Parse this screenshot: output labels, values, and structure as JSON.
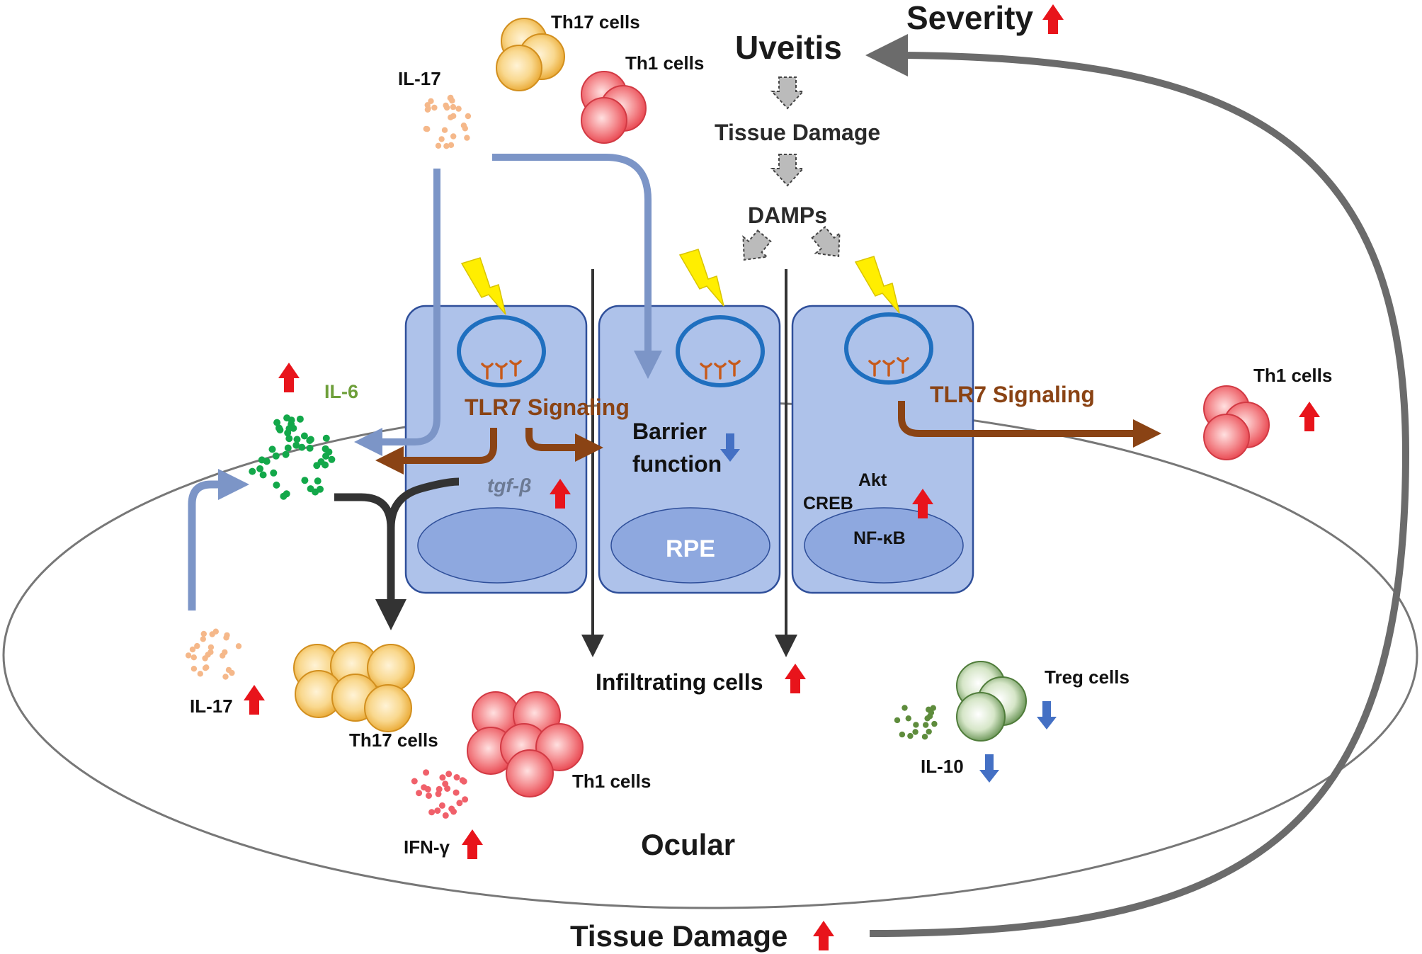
{
  "labels": {
    "severity": "Severity",
    "uveitis": "Uveitis",
    "tissue_damage_top": "Tissue Damage",
    "damps": "DAMPs",
    "th17_cells_top": "Th17 cells",
    "th1_cells_top": "Th1 cells",
    "il17_top": "IL-17",
    "il6": "IL-6",
    "tlr7_signaling_left": "TLR7 Signaling",
    "tlr7_signaling_right": "TLR7 Signaling",
    "barrier_function": [
      "Barrier",
      "function"
    ],
    "tgf_beta": "tgf-β",
    "rpe": "RPE",
    "akt": "Akt",
    "creb": "CREB",
    "nfkb": "NF-κB",
    "th1_cells_right": "Th1 cells",
    "il17_bottom": "IL-17",
    "th17_cells_bottom": "Th17 cells",
    "th1_cells_bottom": "Th1 cells",
    "ifn_gamma": "IFN-γ",
    "infiltrating_cells": "Infiltrating cells",
    "treg_cells": "Treg cells",
    "il10": "IL-10",
    "ocular": "Ocular",
    "tissue_damage_bottom": "Tissue Damage"
  },
  "colors": {
    "up_arrow": "#e8141b",
    "down_arrow": "#4470c4",
    "cell_fill": "#aec2ea",
    "cell_border": "#2f4f9a",
    "nucleus": "#8ea8df",
    "endosome": "#1f6fbf",
    "tlr_brown": "#8a4314",
    "il17_dots": "#f5b88a",
    "il6_dots": "#13a84a",
    "il10_dots": "#5e8c3c",
    "ifn_dots": "#f0606a",
    "th17_cell": "#f0b43c",
    "th1_cell": "#f0606a",
    "treg_cell": "#6e9f5a",
    "pathway_blue": "#7c95c7",
    "feedback_grey": "#6b6b6b",
    "lightning": "#ffee00"
  }
}
